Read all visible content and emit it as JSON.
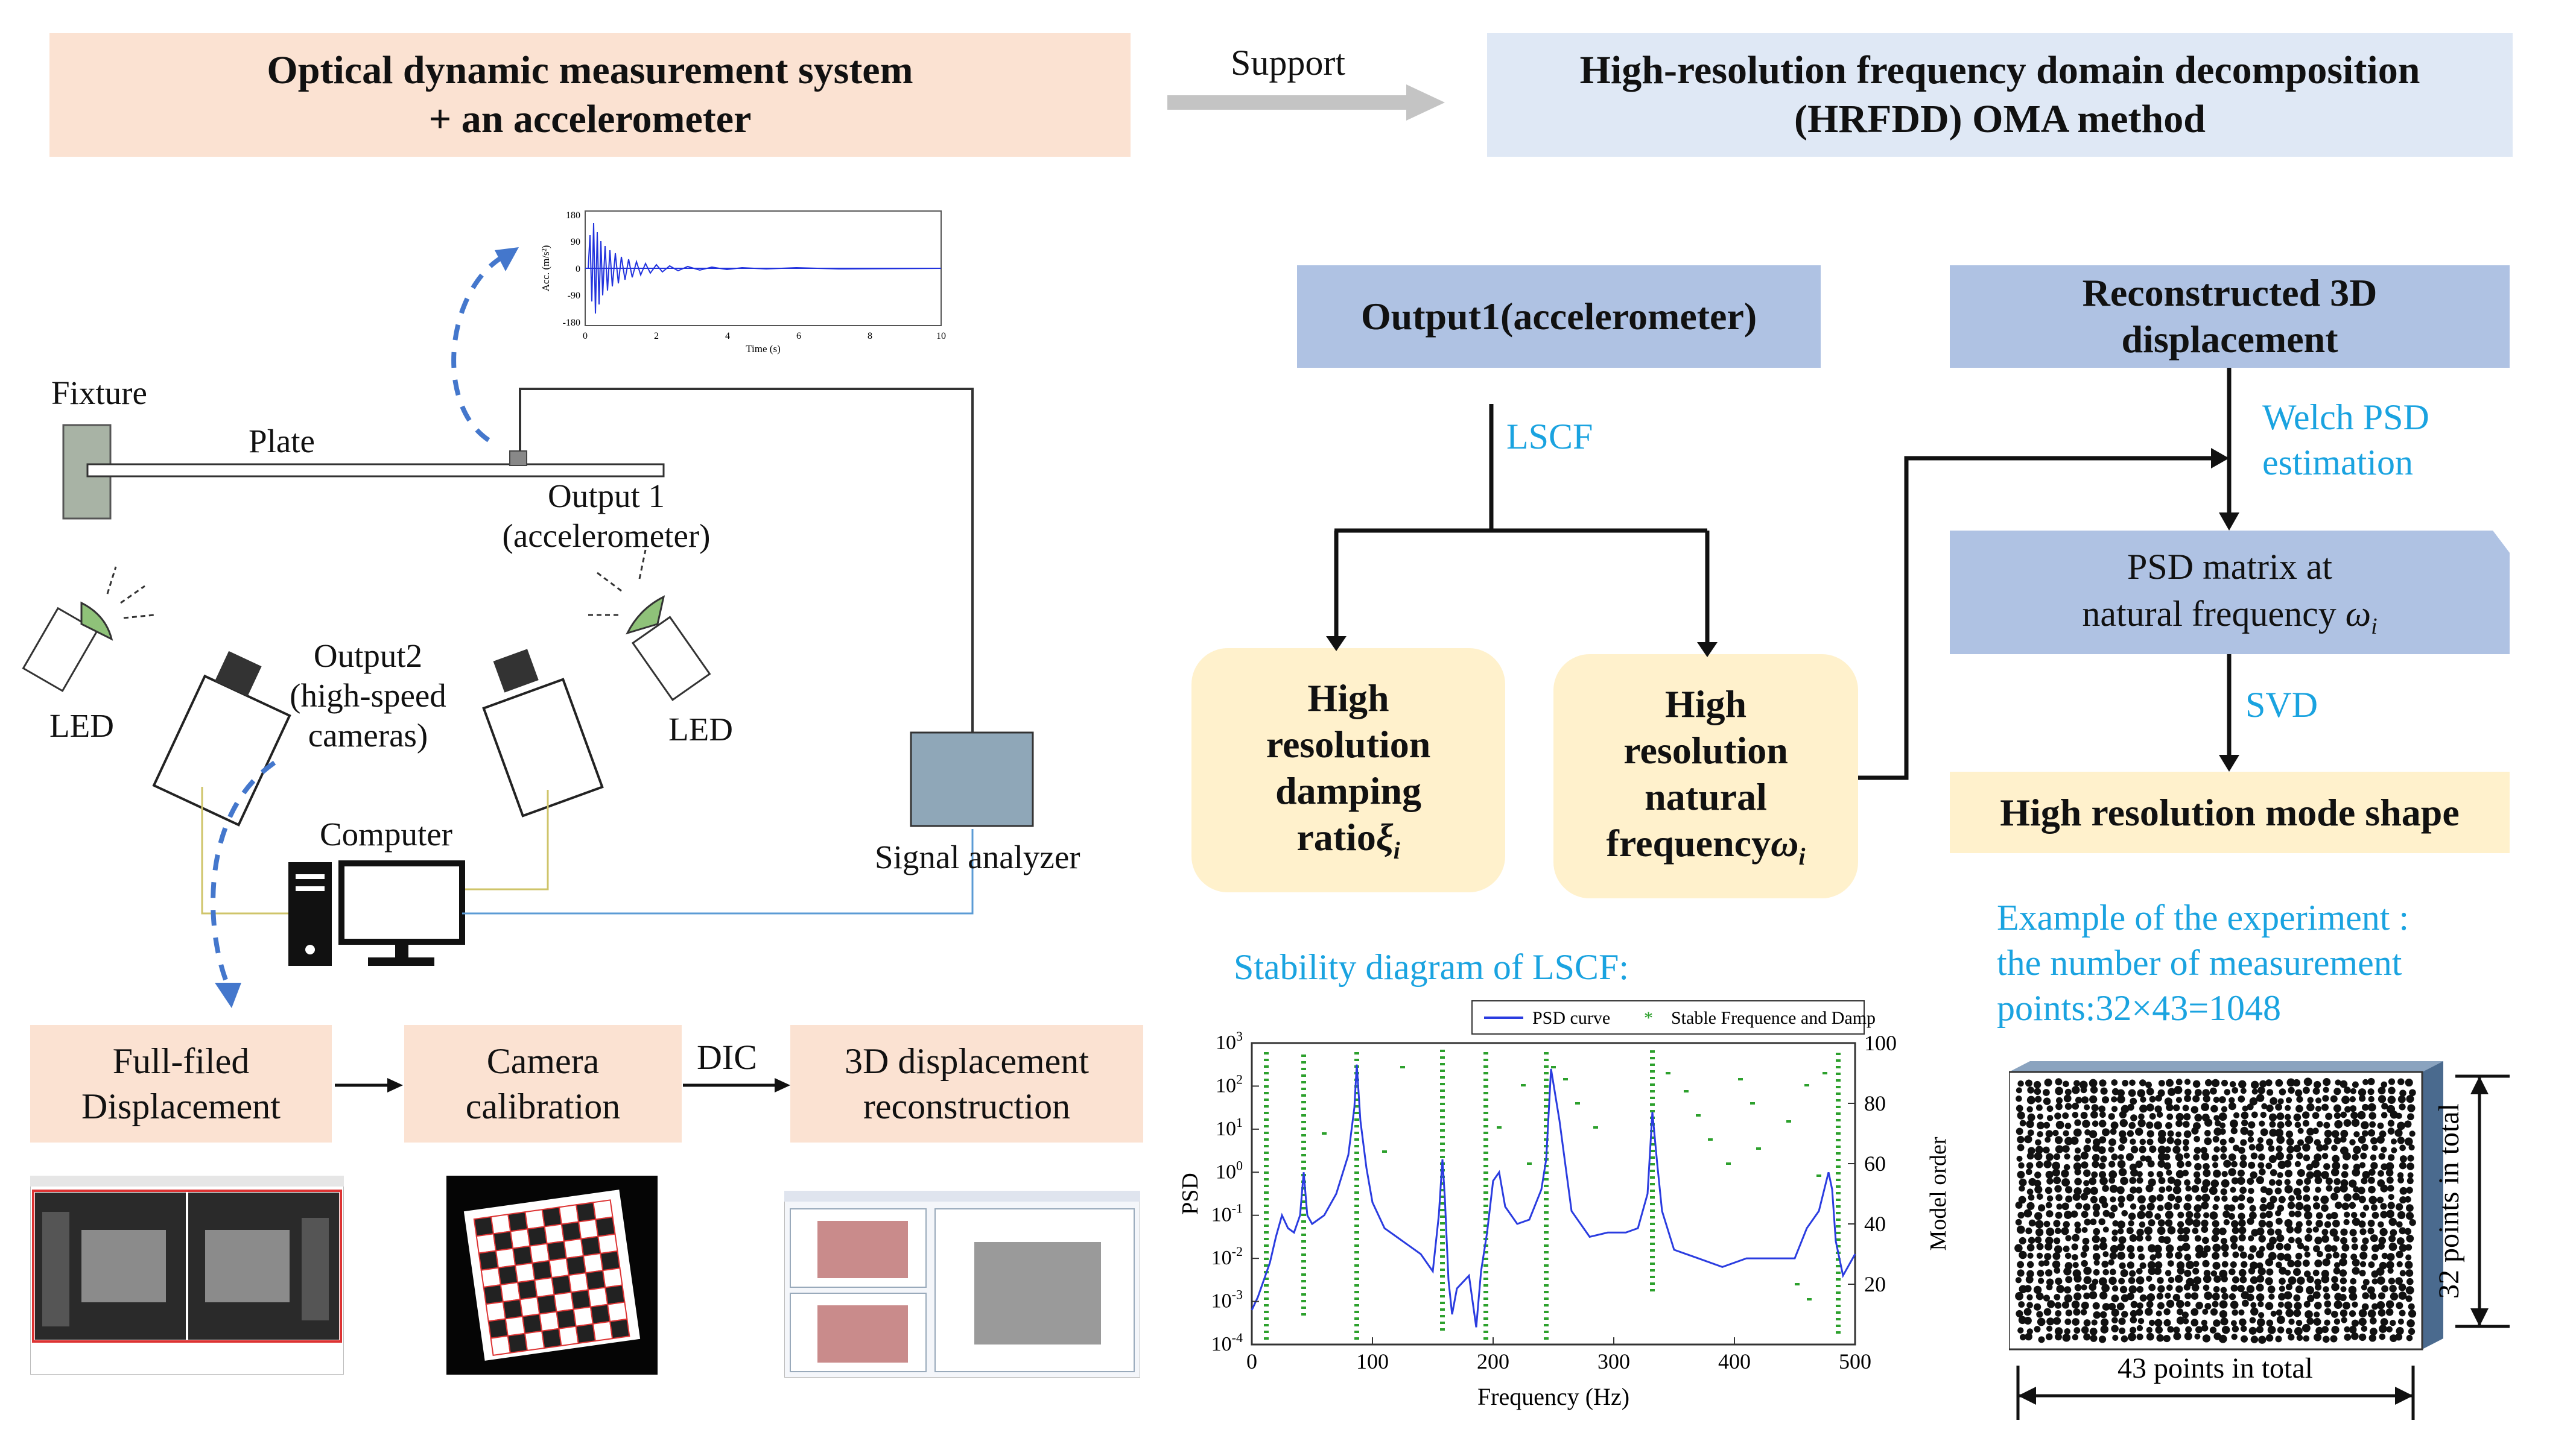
{
  "header": {
    "left_title": "Optical dynamic measurement system\n+ an accelerometer",
    "support": "Support",
    "right_title": "High-resolution frequency domain decomposition\n(HRFDD) OMA method"
  },
  "setup": {
    "fixture": "Fixture",
    "plate": "Plate",
    "output1": "Output 1\n(accelerometer)",
    "output2": "Output2\n(high-speed\ncameras)",
    "led_left": "LED",
    "led_right": "LED",
    "computer": "Computer",
    "signal_analyzer": "Signal analyzer",
    "mini_chart": {
      "ylabel": "Acc. (m/s²)",
      "xlabel": "Time (s)",
      "yticks": [
        "180",
        "90",
        "0",
        "-90",
        "-180"
      ],
      "xticks": [
        "0",
        "2",
        "4",
        "6",
        "8",
        "10"
      ]
    }
  },
  "pipeline": {
    "box1": "Full-filed\nDisplacement",
    "box2": "Camera\ncalibration",
    "dic": "DIC",
    "box3": "3D displacement\nreconstruction"
  },
  "flow": {
    "output1_box": "Output1(accelerometer)",
    "recon_box": "Reconstructed 3D\ndisplacement",
    "lscf": "LSCF",
    "welch": "Welch PSD\nestimation",
    "psd_line1": "PSD matrix at",
    "psd_line2": "natural frequency ",
    "svd": "SVD",
    "damping_main": "High\nresolution\ndamping\nratio",
    "natfreq_main": "High\nresolution\nnatural\nfrequency",
    "omega": "ω",
    "xi": "ξ",
    "sub_i": "i",
    "mode_shape": "High resolution mode shape"
  },
  "stability": {
    "title": "Stability diagram of LSCF:",
    "legend_psd": "PSD curve",
    "legend_stable": "Stable Frequence and Damp",
    "ylabel_left": "PSD",
    "ylabel_right": "Model order",
    "xlabel": "Frequency (Hz)"
  },
  "example": {
    "text": "Example of the experiment :\nthe number of measurement\npoints:32×43=1048",
    "horiz_label": "43 points in total",
    "vert_label": "32 points in total"
  },
  "colors": {
    "peach": "#fbe2d2",
    "lavender": "#dfe8f5",
    "slate": "#afc2e3",
    "cream": "#fff1cc",
    "accent_blue": "#1aa3e0",
    "psd_line": "#2a3ce0",
    "stable_marker": "#2ca02c"
  },
  "chart_data": {
    "type": "line",
    "title": "",
    "xlabel": "Frequency (Hz)",
    "ylabel": "PSD",
    "y2label": "Model order",
    "xlim": [
      0,
      500
    ],
    "ylim": [
      -4,
      3
    ],
    "y2lim": [
      0,
      100
    ],
    "yscale": "log",
    "x_ticks": [
      0,
      100,
      200,
      300,
      400,
      500
    ],
    "y_ticks": [
      "10^-4",
      "10^-3",
      "10^-2",
      "10^-1",
      "10^0",
      "10^1",
      "10^2",
      "10^3"
    ],
    "y2_ticks": [
      20,
      40,
      60,
      80,
      100
    ],
    "series": [
      {
        "name": "PSD curve",
        "x": [
          0,
          5,
          10,
          15,
          20,
          25,
          30,
          35,
          40,
          43,
          46,
          50,
          60,
          70,
          80,
          85,
          87,
          90,
          95,
          100,
          110,
          120,
          130,
          140,
          150,
          155,
          158,
          160,
          163,
          166,
          170,
          180,
          186,
          190,
          195,
          200,
          205,
          210,
          220,
          230,
          240,
          244,
          248,
          255,
          265,
          280,
          295,
          310,
          320,
          328,
          332,
          336,
          340,
          350,
          370,
          390,
          410,
          430,
          450,
          460,
          470,
          478,
          481,
          484,
          490,
          500
        ],
        "log10_y": [
          -3.2,
          -2.9,
          -2.5,
          -2.1,
          -1.5,
          -1.0,
          -1.3,
          -1.4,
          -1.0,
          0.0,
          -1.0,
          -1.2,
          -1.0,
          -0.5,
          0.4,
          1.5,
          2.5,
          1.2,
          0.1,
          -0.7,
          -1.3,
          -1.5,
          -1.7,
          -1.9,
          -2.3,
          -1.0,
          0.3,
          -0.6,
          -2.5,
          -3.3,
          -2.7,
          -2.4,
          -3.6,
          -2.3,
          -1.4,
          -0.2,
          0.0,
          -0.8,
          -1.2,
          -1.1,
          -0.4,
          0.3,
          2.4,
          1.2,
          -0.9,
          -1.5,
          -1.4,
          -1.4,
          -1.3,
          -0.5,
          1.4,
          0.2,
          -0.9,
          -1.8,
          -2.0,
          -2.2,
          -2.0,
          -2.0,
          -2.0,
          -1.3,
          -0.9,
          0.0,
          -0.4,
          -1.6,
          -2.4,
          -1.9
        ]
      },
      {
        "name": "Stable Frequence and Damp",
        "x": [
          12,
          43,
          87,
          158,
          194,
          244,
          332,
          486
        ],
        "y_range": [
          [
            2,
            98
          ],
          [
            10,
            98
          ],
          [
            2,
            98
          ],
          [
            5,
            98
          ],
          [
            2,
            98
          ],
          [
            2,
            98
          ],
          [
            18,
            98
          ],
          [
            4,
            98
          ]
        ]
      }
    ]
  }
}
